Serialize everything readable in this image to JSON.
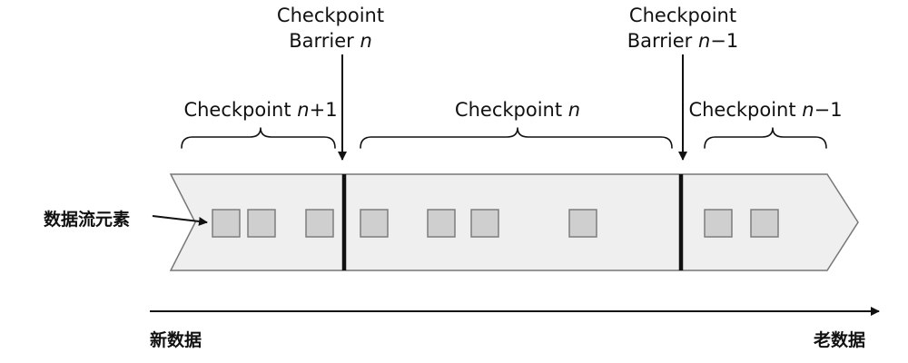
{
  "barriers": [
    {
      "title": "Checkpoint",
      "subtitle": "Barrier",
      "n": "n",
      "suffix": ""
    },
    {
      "title": "Checkpoint",
      "subtitle": "Barrier",
      "n": "n",
      "suffix": "−1"
    }
  ],
  "segments": [
    {
      "prefix": "Checkpoint",
      "n": "n",
      "suffix": "+1"
    },
    {
      "prefix": "Checkpoint",
      "n": "n",
      "suffix": ""
    },
    {
      "prefix": "Checkpoint",
      "n": "n",
      "suffix": "−1"
    }
  ],
  "element_label": "数据流元素",
  "axis": {
    "left_label": "新数据",
    "right_label": "老数据"
  },
  "colors": {
    "stream_fill": "#efefef",
    "element_fill": "#cfcfcf",
    "stroke": "#111111"
  }
}
